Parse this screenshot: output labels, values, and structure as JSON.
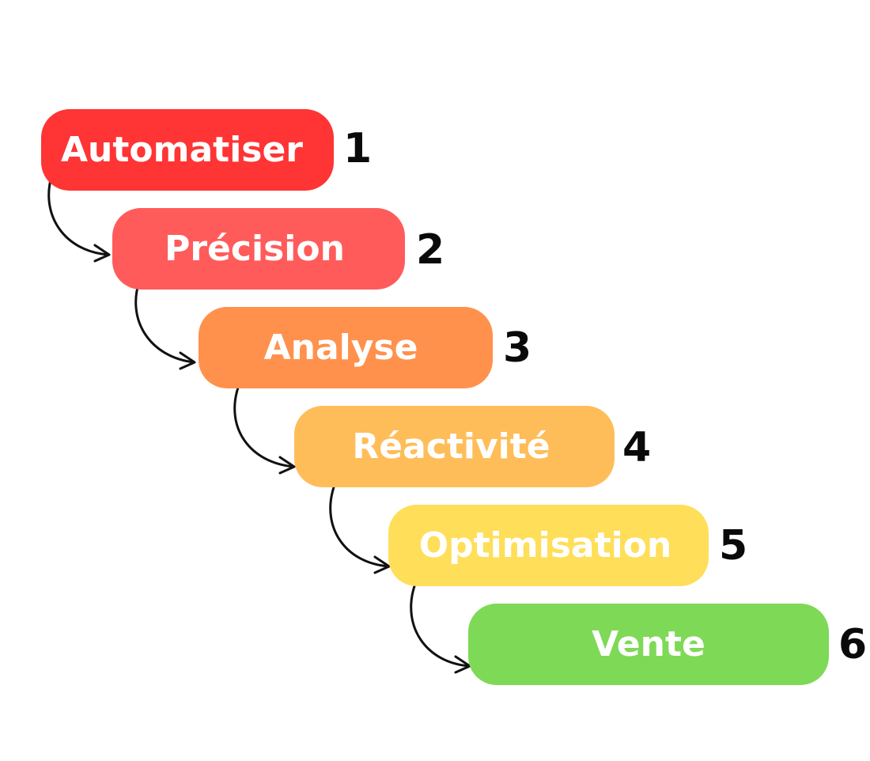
{
  "steps": [
    {
      "label": "Automatiser",
      "number": "1",
      "color": "#ff3434"
    },
    {
      "label": "Précision",
      "number": "2",
      "color": "#ff5b5b"
    },
    {
      "label": "Analyse",
      "number": "3",
      "color": "#ff914d"
    },
    {
      "label": "Réactivité",
      "number": "4",
      "color": "#ffbd59"
    },
    {
      "label": "Optimisation",
      "number": "5",
      "color": "#ffde59"
    },
    {
      "label": "Vente",
      "number": "6",
      "color": "#7ed957"
    }
  ],
  "arrow_color": "#111111",
  "number_color": "#0a0a0a"
}
